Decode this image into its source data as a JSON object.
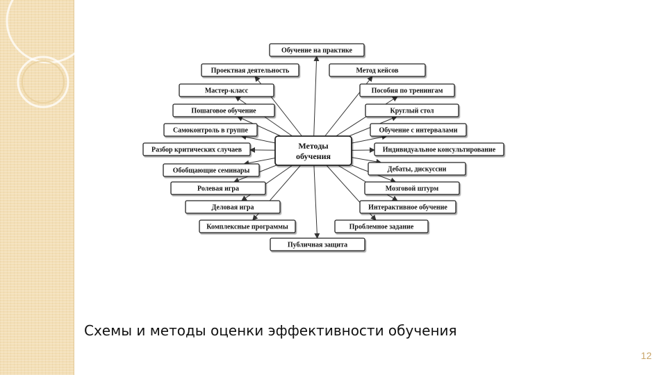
{
  "diagram": {
    "center": [
      "Методы",
      "обучения"
    ],
    "nodes": [
      "Обучение на практике",
      "Проектная деятельность",
      "Метод кейсов",
      "Мастер-класс",
      "Пособия по тренингам",
      "Пошаговое обучение",
      "Круглый стол",
      "Самоконтроль в группе",
      "Обучение с интервалами",
      "Разбор критических случаев",
      "Индивидуальное консультирование",
      "Обобщающие семинары",
      "Дебаты, дискуссии",
      "Ролевая игра",
      "Мозговой штурм",
      "Деловая игра",
      "Интерактивное обучение",
      "Комплексные программы",
      "Проблемное задание",
      "Публичная защита"
    ]
  },
  "caption": "Схемы и методы оценки эффективности обучения",
  "page_number": "12",
  "colors": {
    "side_band": "#f3deb4",
    "page_number": "#c9a66a"
  }
}
